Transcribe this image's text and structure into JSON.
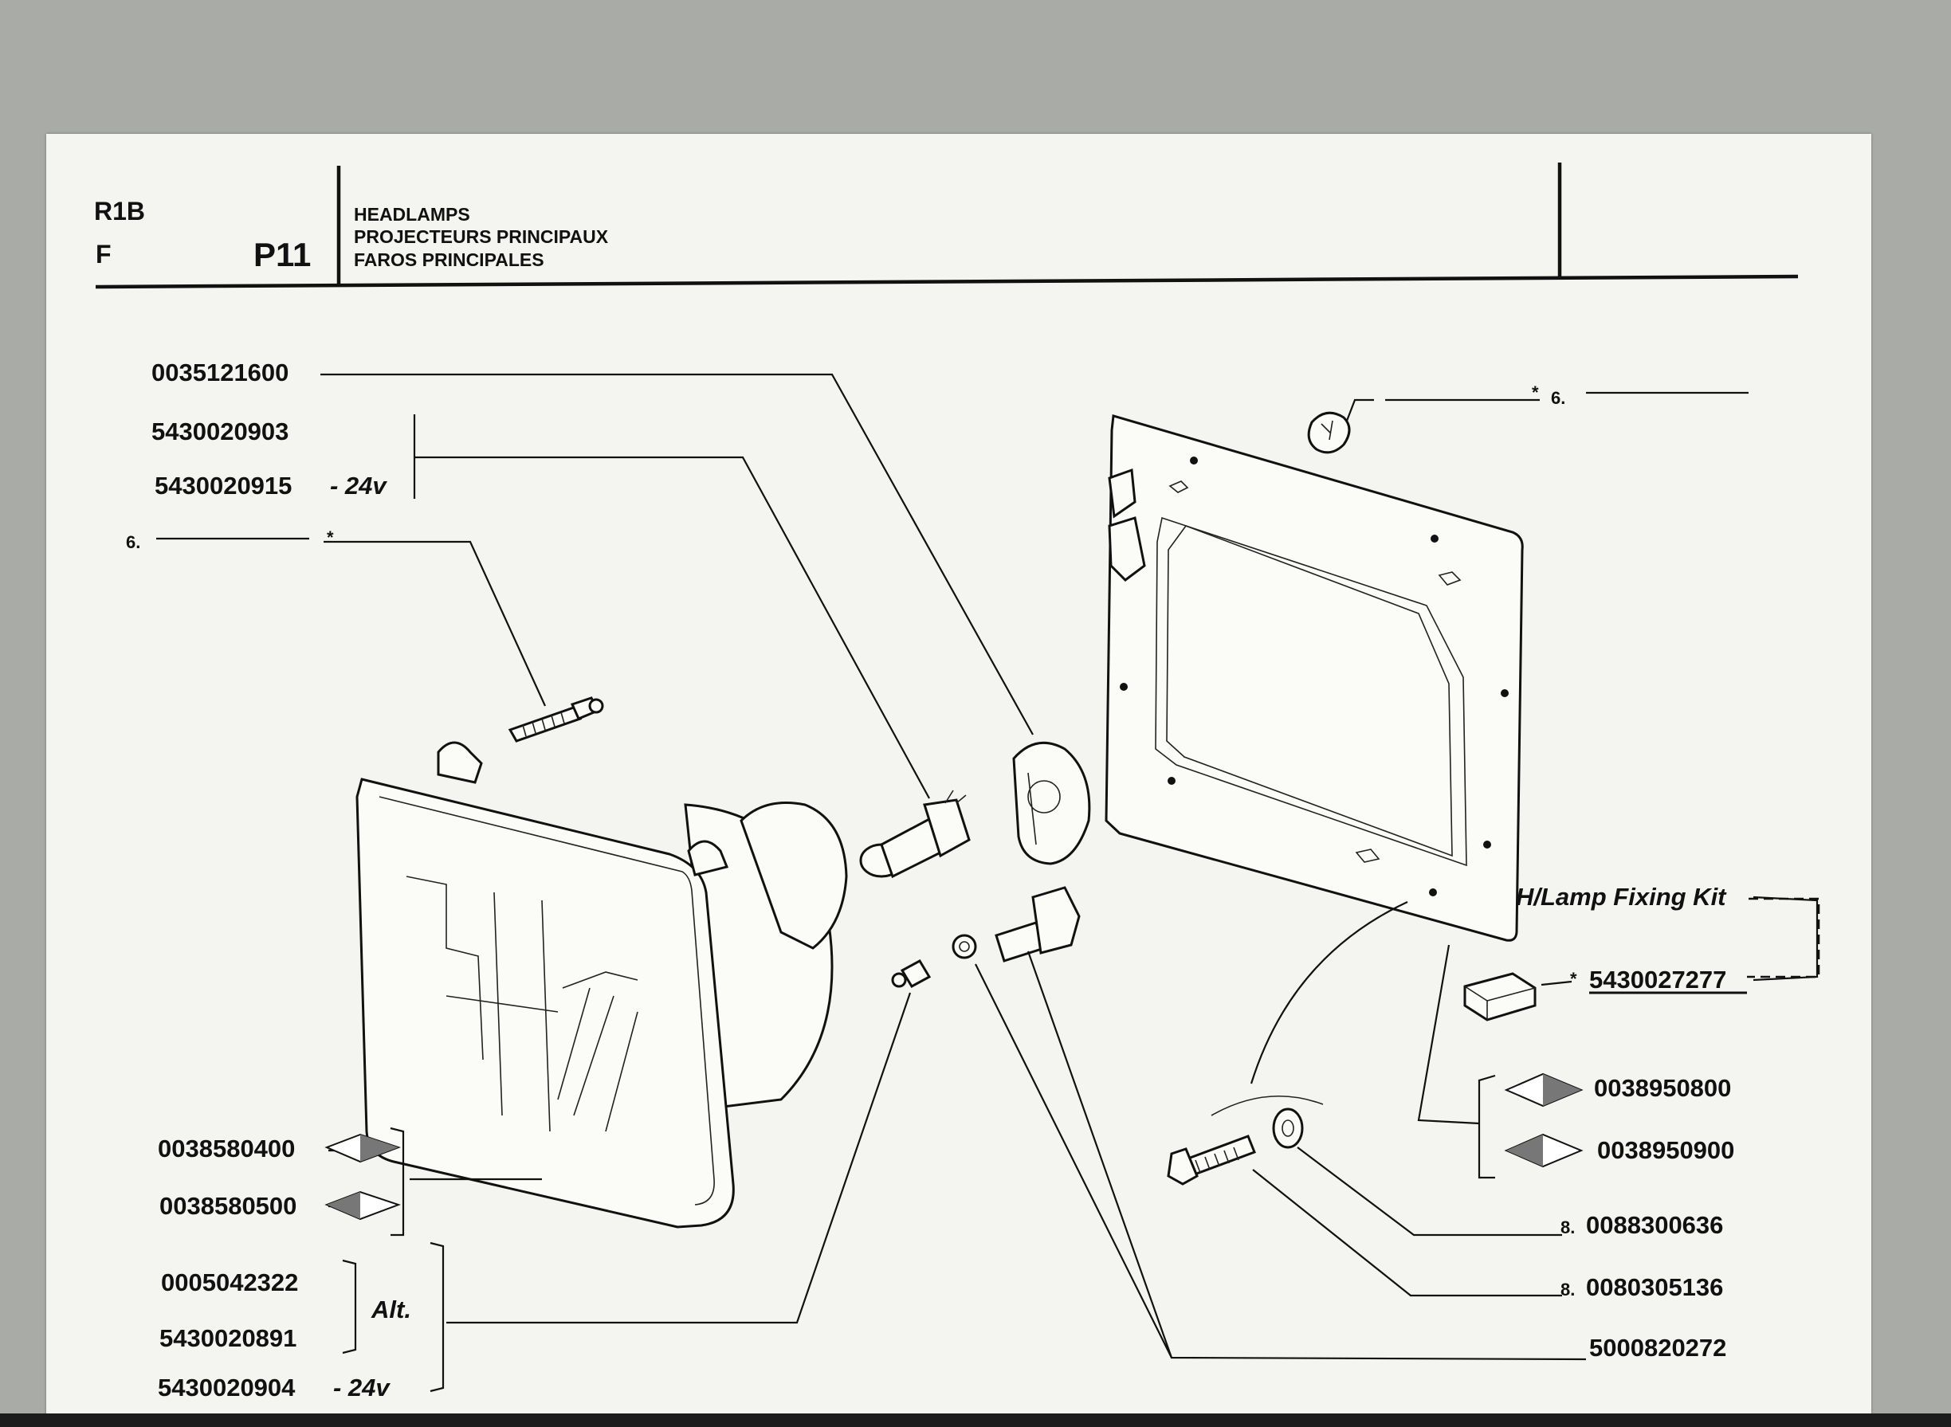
{
  "header": {
    "model": "R1B",
    "variant": "F",
    "page_code": "P11",
    "titles": [
      "HEADLAMPS",
      "PROJECTEURS PRINCIPAUX",
      "FAROS PRINCIPALES"
    ]
  },
  "callouts": {
    "bulb_holder": "0035121600",
    "bulb_12v": "5430020903",
    "bulb_24v": "5430020915",
    "bulb_24v_suffix": "- 24v",
    "adjuster_qty": "6.",
    "adjuster_star": "*",
    "clip_star": "*",
    "clip_qty": "6.",
    "unit_right": "0038580400",
    "unit_left": "0038580500",
    "side_bulb_1": "0005042322",
    "side_bulb_2": "5430020891",
    "side_bulb_24v": "5430020904",
    "side_bulb_24v_suffix": "- 24v",
    "alt_label": "Alt.",
    "fixing_kit_label": "H/Lamp Fixing Kit",
    "fixing_kit_star": "*",
    "fixing_kit_code": "5430027277",
    "frame_right": "0038950800",
    "frame_left": "0038950900",
    "washer_qty": "8.",
    "washer_code": "0088300636",
    "bolt_qty": "8.",
    "bolt_code": "0080305136",
    "side_holder_code": "5000820272"
  },
  "colors": {
    "sheet": "#f4f4f0",
    "background": "#a9aba6",
    "ink": "#111111"
  }
}
